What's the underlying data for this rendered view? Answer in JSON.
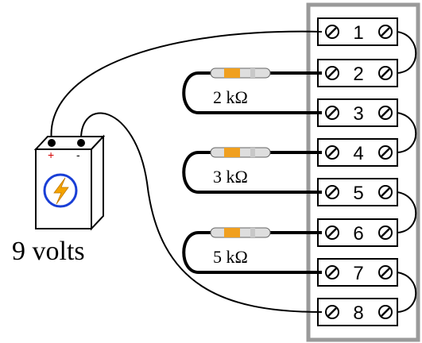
{
  "battery": {
    "label": "9 volts",
    "positive_symbol": "+",
    "negative_symbol": "-",
    "icon": "lightning-bolt-icon",
    "colors": {
      "positive": "#d40000",
      "ring": "#1a3fd6",
      "bolt": "#f4a300"
    }
  },
  "resistors": [
    {
      "label": "2 kΩ",
      "between": [
        "2",
        "3"
      ]
    },
    {
      "label": "3 kΩ",
      "between": [
        "4",
        "5"
      ]
    },
    {
      "label": "5 kΩ",
      "between": [
        "6",
        "7"
      ]
    }
  ],
  "terminal_strip": {
    "terminals": [
      "1",
      "2",
      "3",
      "4",
      "5",
      "6",
      "7",
      "8"
    ],
    "frame_color": "#9a9a9a"
  },
  "colors": {
    "resistor_body": "#dedede",
    "resistor_band": "#f0a020",
    "resistor_band_light": "#c8c8c8"
  }
}
